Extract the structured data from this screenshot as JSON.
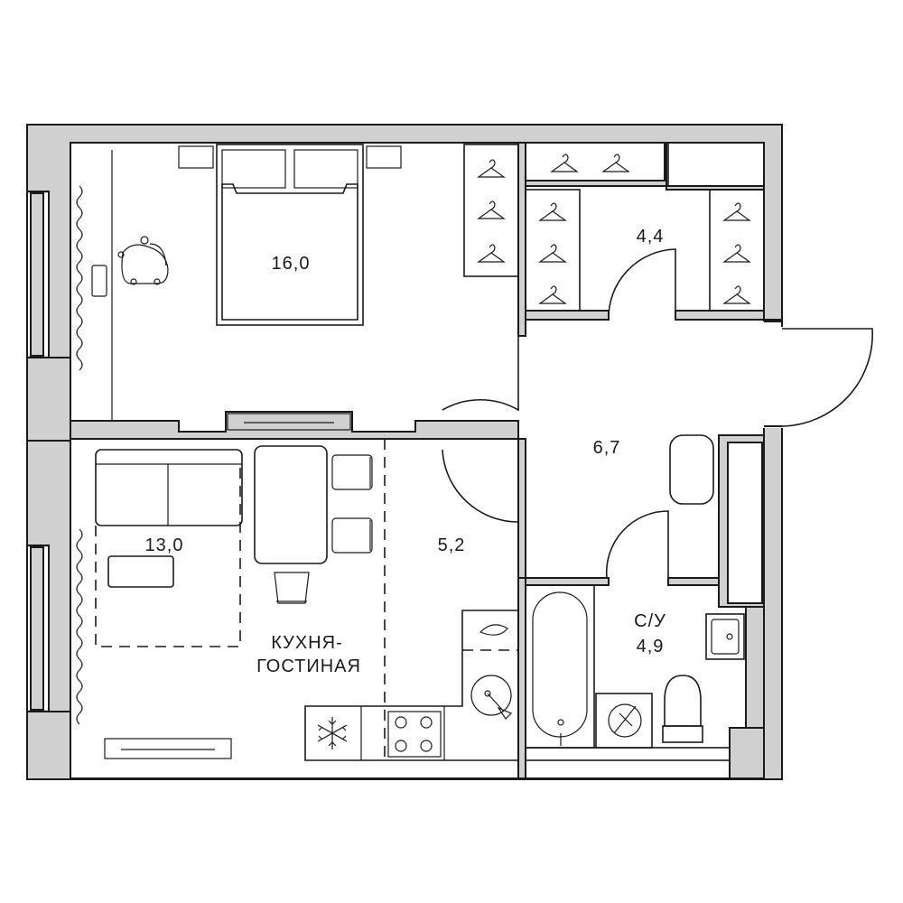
{
  "rooms": {
    "bedroom": {
      "area": "16,0"
    },
    "wardrobe": {
      "area": "4,4"
    },
    "hall": {
      "area": "6,7"
    },
    "living": {
      "area": "13,0"
    },
    "kitchen": {
      "area": "5,2"
    },
    "kitchen_living_label_1": "КУХНЯ-",
    "kitchen_living_label_2": "ГОСТИНАЯ",
    "bathroom": {
      "name": "С/У",
      "area": "4,9"
    }
  },
  "colors": {
    "wall_fill": "#d0d0d0",
    "line": "#1a1a1a",
    "background": "#ffffff"
  },
  "icons": [
    "hanger-icon",
    "snowflake-icon",
    "washing-machine-icon",
    "armchair-icon",
    "bed-icon",
    "sofa-icon",
    "stove-icon",
    "sink-icon",
    "toilet-icon",
    "bathtub-icon"
  ]
}
